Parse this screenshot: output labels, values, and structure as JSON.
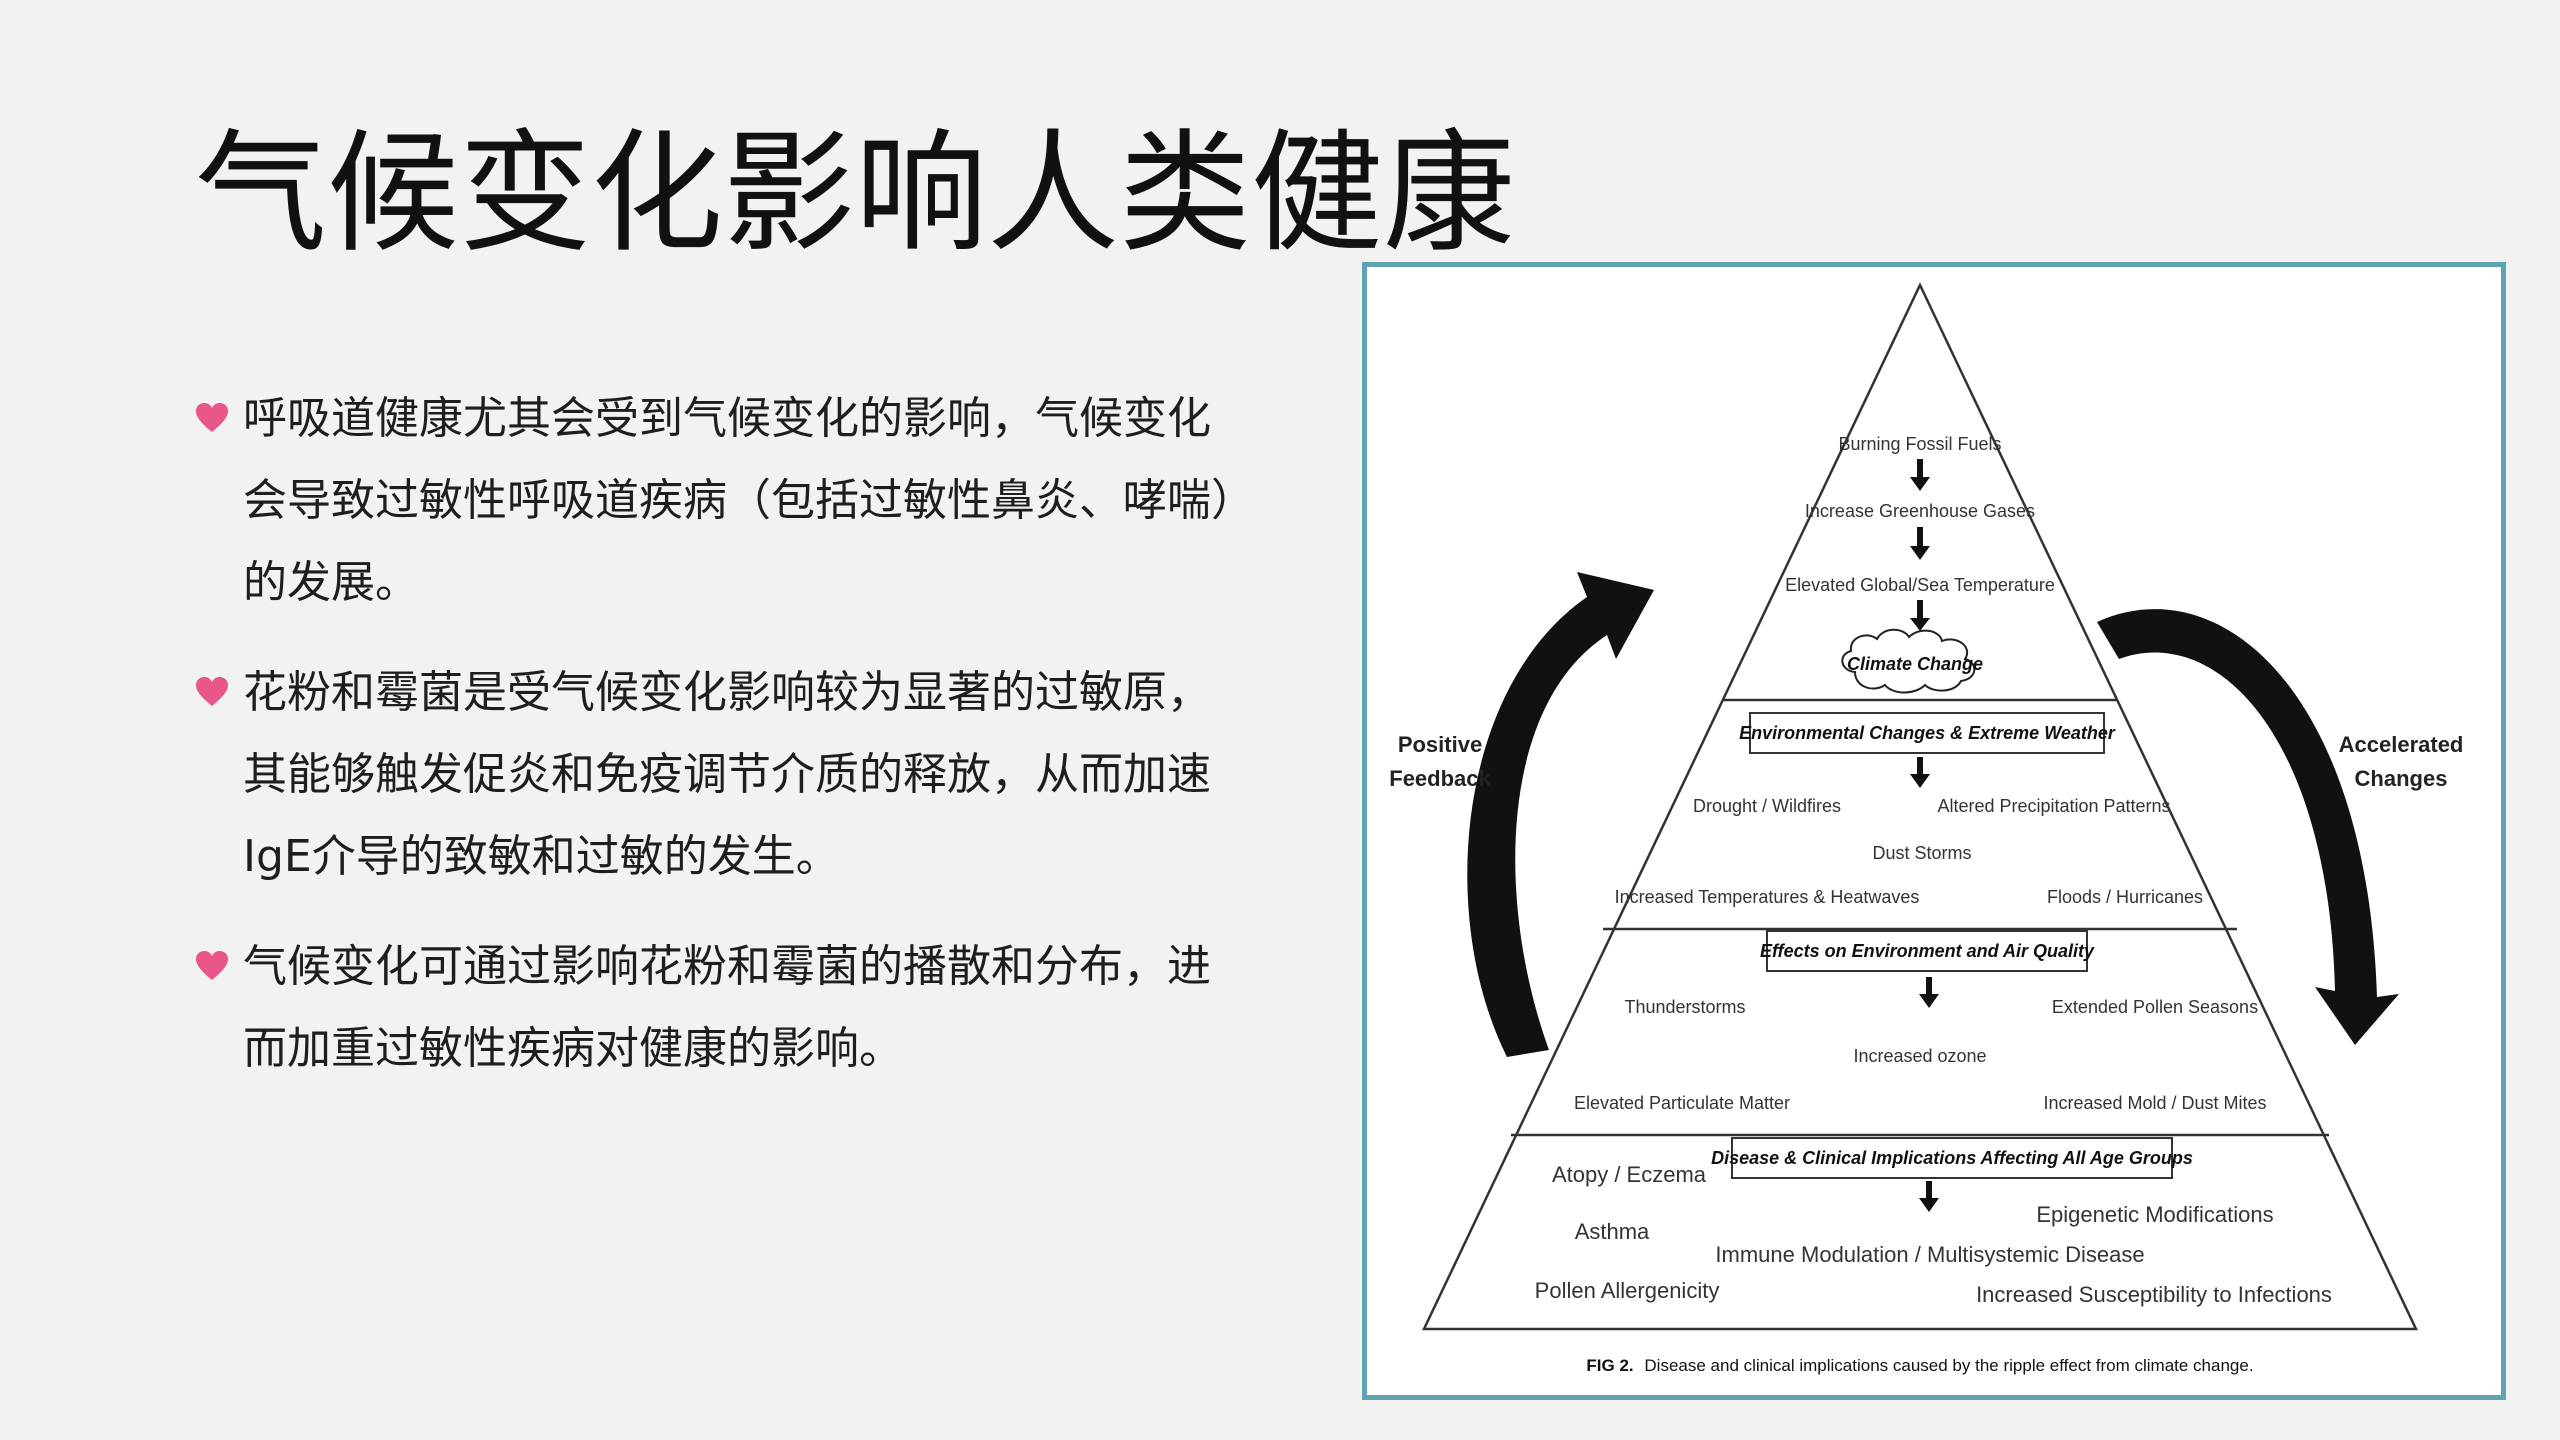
{
  "slide": {
    "title": "气候变化影响人类健康",
    "bullets": [
      [
        "呼吸道健康尤其会受到气候变化的影响，气候变化",
        "会导致过敏性呼吸道疾病（包括过敏性鼻炎、哮喘）",
        "的发展。"
      ],
      [
        "花粉和霉菌是受气候变化影响较为显著的过敏原，",
        "其能够触发促炎和免疫调节介质的释放，从而加速",
        "IgE介导的致敏和过敏的发生。"
      ],
      [
        "气候变化可通过影响花粉和霉菌的播散和分布，进",
        "而加重过敏性疾病对健康的影响。"
      ]
    ],
    "bullet_icon": "heart-icon",
    "accent_color": "#e8568a"
  },
  "figure": {
    "frame_color": "#5fa3b3",
    "apex": {
      "chain": [
        "Burning Fossil Fuels",
        "Increase Greenhouse Gases",
        "Elevated Global/Sea Temperature"
      ],
      "cloud_label": "Climate Change"
    },
    "tier2": {
      "box": "Environmental Changes & Extreme Weather",
      "items": {
        "drought": "Drought / Wildfires",
        "precip": "Altered Precipitation Patterns",
        "dust": "Dust Storms",
        "temp": "Increased Temperatures & Heatwaves",
        "floods": "Floods / Hurricanes"
      }
    },
    "tier3": {
      "box": "Effects on Environment and Air Quality",
      "items": {
        "thunder": "Thunderstorms",
        "pollen": "Extended Pollen Seasons",
        "ozone": "Increased ozone",
        "pm": "Elevated Particulate Matter",
        "mold": "Increased Mold / Dust Mites"
      }
    },
    "tier4": {
      "box": "Disease & Clinical Implications Affecting All Age Groups",
      "items": {
        "atopy": "Atopy / Eczema",
        "epigen": "Epigenetic Modifications",
        "asthma": "Asthma",
        "immune": "Immune Modulation / Multisystemic Disease",
        "allerg": "Pollen Allergenicity",
        "infect": "Increased Susceptibility to Infections"
      }
    },
    "left_side": [
      "Positive",
      "Feedback"
    ],
    "right_side": [
      "Accelerated",
      "Changes"
    ],
    "caption_label": "FIG 2.",
    "caption_text": "Disease and clinical implications caused by the ripple effect from climate change."
  }
}
